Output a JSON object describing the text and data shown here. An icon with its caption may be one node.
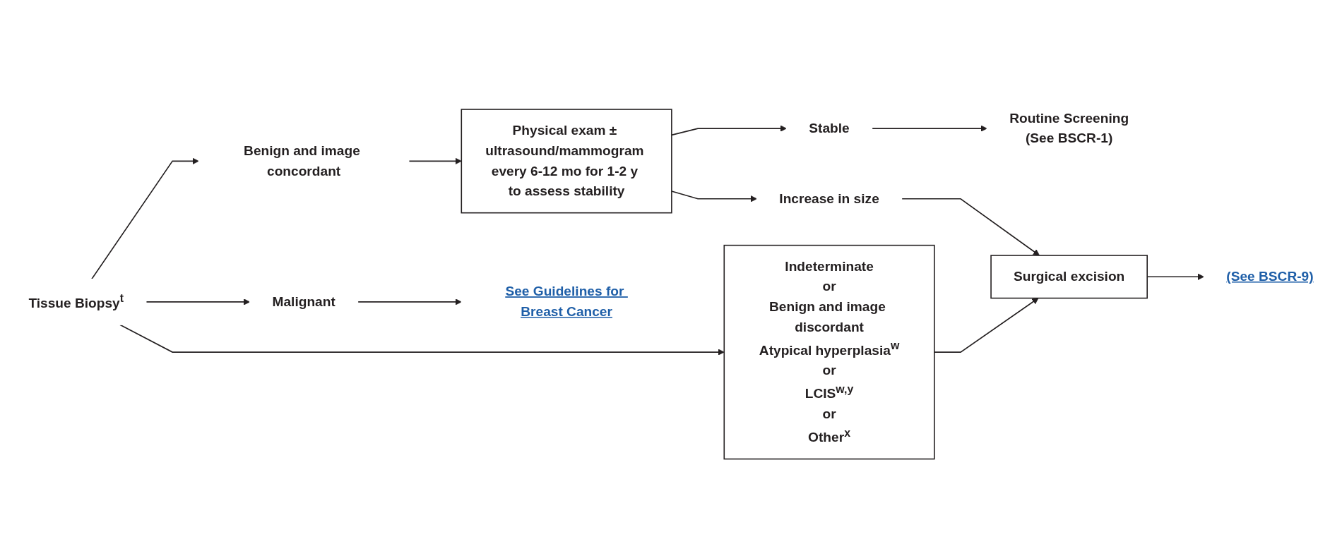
{
  "diagram": {
    "nodes": [
      {
        "text": [
          "Tissue Biopsy$^{t}$"
        ]
      },
      {
        "text": [
          "Benign and image concordant"
        ]
      },
      {
        "text": [
          "Physical exam ± ultrasound/mammogram every 6-12 mo for 1-2 y to assess stability"
        ]
      },
      {
        "text": [
          "Stable"
        ]
      },
      {
        "text": [
          "Routine Screening",
          "(See BSCR-1)"
        ]
      },
      {
        "text": [
          "Increase in size"
        ]
      },
      {
        "text": [
          "Indeterminate",
          "or",
          "Benign and image discordant",
          "Atypical hyperplasia$^{w}$",
          "or",
          "LCIS$^{w,y}$",
          "or",
          "Other$^{x}$"
        ]
      },
      {
        "text": [
          "Surgical excision"
        ]
      },
      {
        "text": [
          "(See BSCR-9)"
        ]
      },
      {
        "text": [
          "Malignant"
        ]
      },
      {
        "text": [
          "See Guidelines for Breast Cancer"
        ]
      }
    ],
    "edges": [
      {
        "from": 0,
        "to": 1,
        "arrow": "to"
      },
      {
        "from": 0,
        "to": 6,
        "arrow": "to"
      },
      {
        "from": 0,
        "to": 9,
        "arrow": "to"
      },
      {
        "from": 1,
        "to": 2,
        "arrow": "to"
      },
      {
        "from": 2,
        "to": 3,
        "arrow": "to"
      },
      {
        "from": 2,
        "to": 5,
        "arrow": "to"
      },
      {
        "from": 3,
        "to": 4,
        "arrow": "to"
      },
      {
        "from": 5,
        "to": 7,
        "arrow": "to"
      },
      {
        "from": 6,
        "to": 7,
        "arrow": "to"
      },
      {
        "from": 7,
        "to": 8,
        "arrow": "to"
      },
      {
        "from": 9,
        "to": 10,
        "arrow": "to"
      }
    ]
  }
}
